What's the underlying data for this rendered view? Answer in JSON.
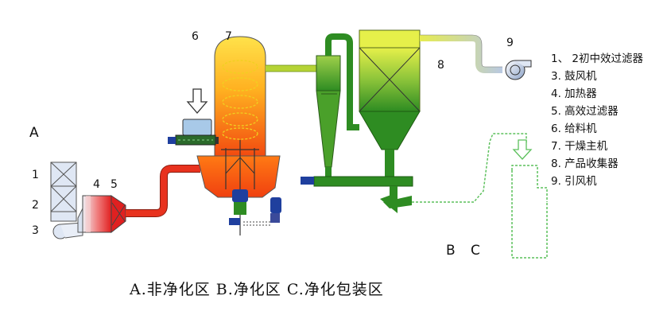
{
  "zone_labels": {
    "a": "A",
    "b": "B",
    "c": "C"
  },
  "numbers": {
    "n1": "1",
    "n2": "2",
    "n3": "3",
    "n4": "4",
    "n5": "5",
    "n6": "6",
    "n7": "7",
    "n8": "8",
    "n9": "9"
  },
  "legend": [
    "1、 2初中效过滤器",
    "3. 鼓风机",
    "4. 加热器",
    "5. 高效过滤器",
    "6. 给料机",
    "7. 干燥主机",
    "8. 产品收集器",
    "9. 引风机"
  ],
  "caption": "A.非净化区 B.净化区 C.净化包装区",
  "colors": {
    "hot_pipe": "#e8321e",
    "warm_pipe": "#b5d335",
    "green_pipe": "#2d8a1f",
    "dashed_line": "#5cc05c",
    "motor_blue": "#1f3f9e"
  },
  "icons": [
    "hopper-arrow-icon",
    "feed-arrow-icon",
    "fan-icon",
    "motor-icon"
  ]
}
